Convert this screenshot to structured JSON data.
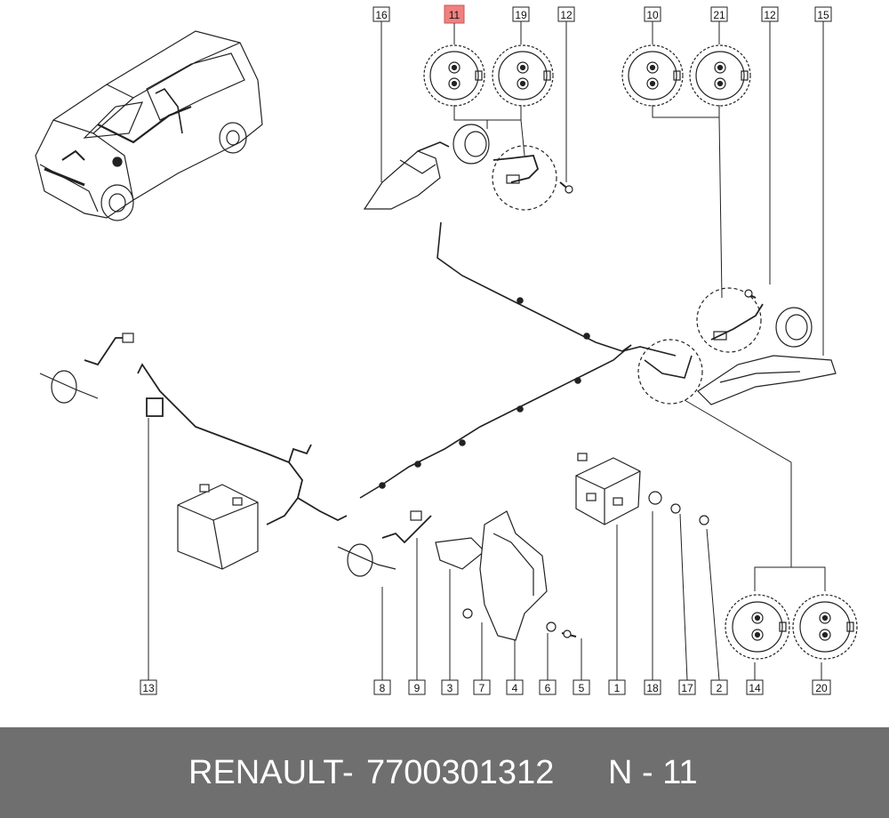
{
  "callouts": {
    "c1": "1",
    "c2": "2",
    "c3": "3",
    "c4": "4",
    "c5": "5",
    "c6": "6",
    "c7": "7",
    "c8": "8",
    "c9": "9",
    "c10": "10",
    "c11": "11",
    "c12a": "12",
    "c12b": "12",
    "c13": "13",
    "c14": "14",
    "c15": "15",
    "c16": "16",
    "c17": "17",
    "c18": "18",
    "c19": "19",
    "c20": "20",
    "c21": "21"
  },
  "highlighted_callout": "11",
  "highlight_color": "#f08080",
  "footer": {
    "brand": "RENAULT",
    "dash": "-",
    "part_number": "7700301312",
    "reference": "N - 11",
    "background": "#6f6f6f"
  }
}
